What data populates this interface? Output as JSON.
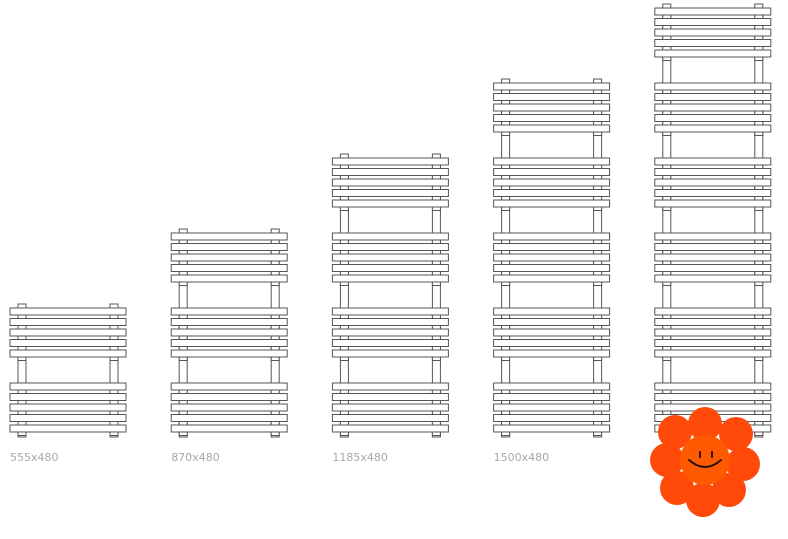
{
  "radiators": [
    {
      "label": "555x480",
      "groups": 2
    },
    {
      "label": "870x480",
      "groups": 3
    },
    {
      "label": "1185x480",
      "groups": 4
    },
    {
      "label": "1500x480",
      "groups": 5
    },
    {
      "label": "",
      "groups": 6
    }
  ],
  "colors": {
    "stroke": "#555555",
    "flower": "#ff4a0a",
    "flower_center": "#ff5200"
  }
}
